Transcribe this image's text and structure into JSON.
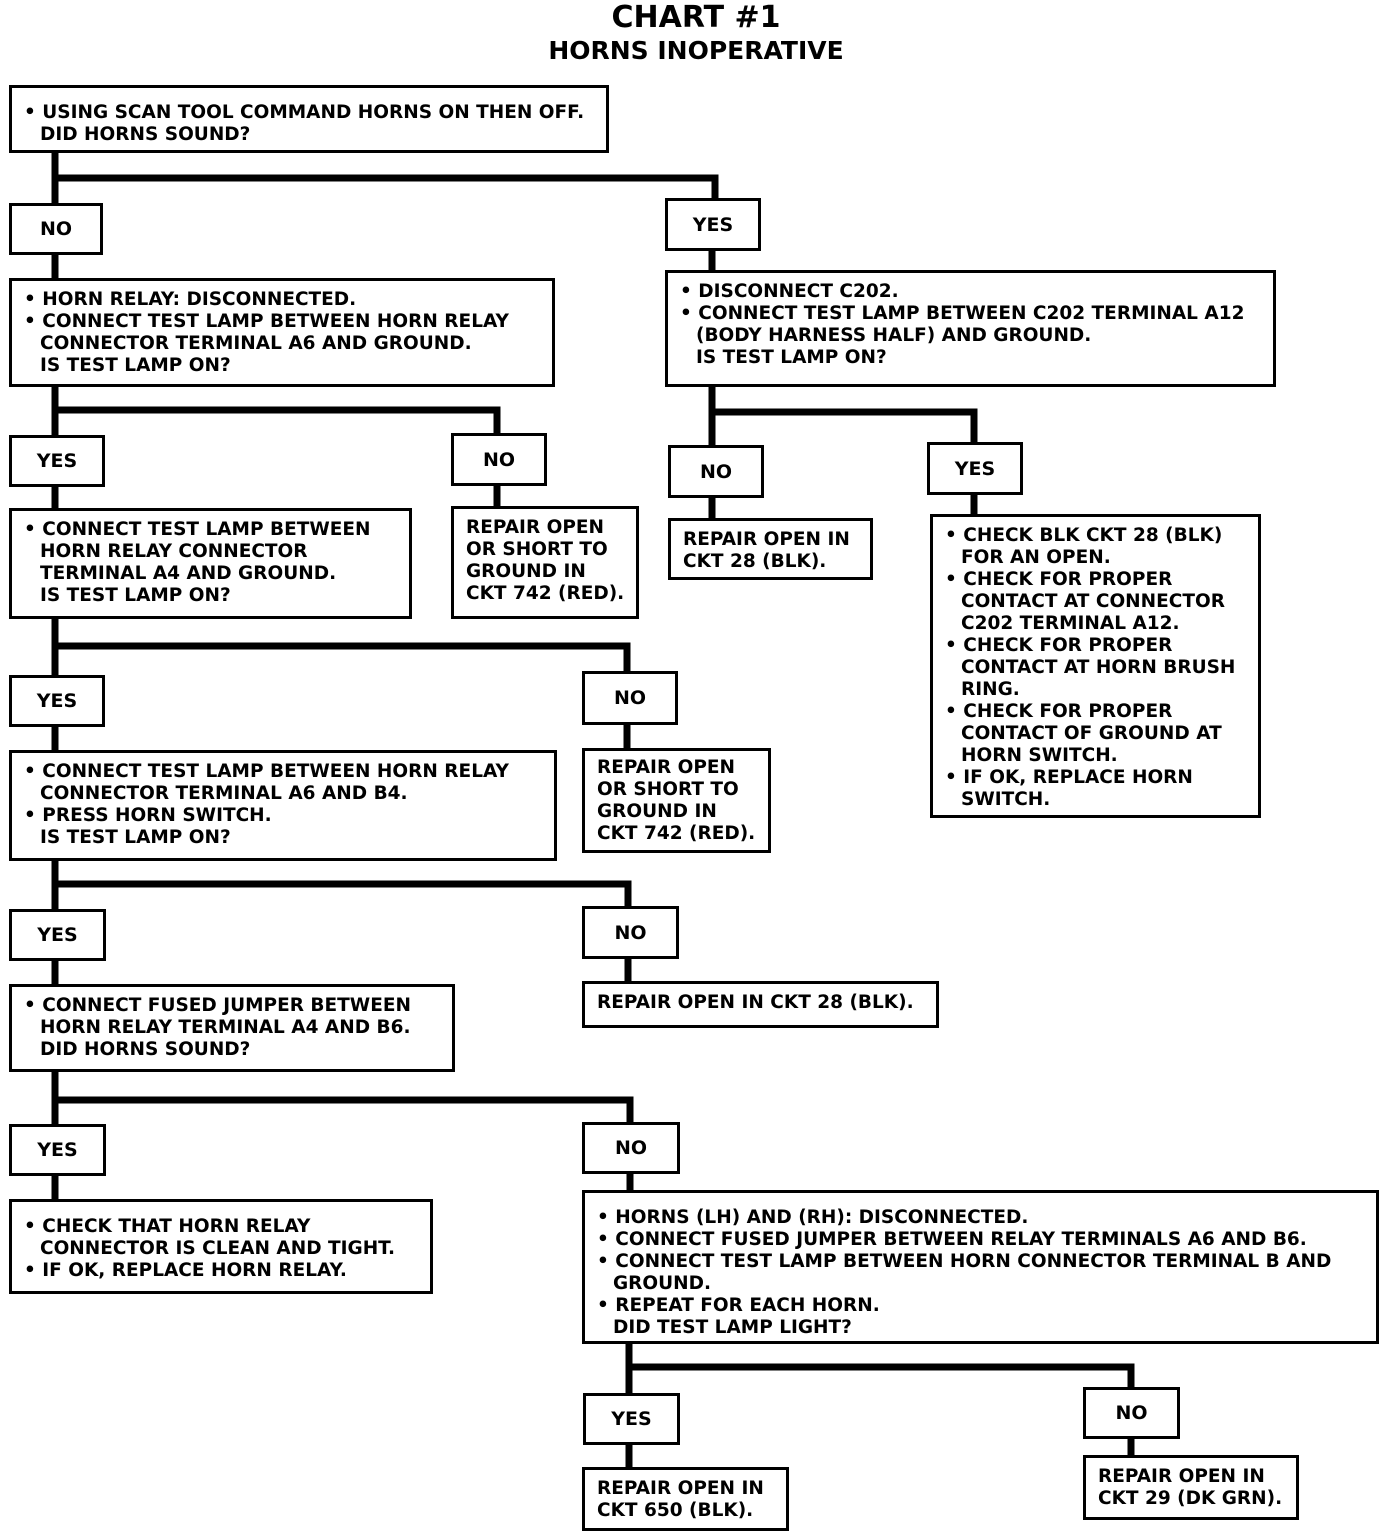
{
  "chart": {
    "title": "CHART #1",
    "subtitle": "HORNS INOPERATIVE"
  },
  "steps": {
    "s1": [
      "• USING SCAN TOOL COMMAND HORNS ON THEN OFF.",
      "DID HORNS SOUND?"
    ],
    "s2": [
      "• HORN RELAY: DISCONNECTED.",
      "• CONNECT TEST LAMP BETWEEN HORN RELAY",
      "CONNECTOR TERMINAL A6 AND GROUND.",
      "IS TEST LAMP ON?"
    ],
    "s3": [
      "• DISCONNECT C202.",
      "• CONNECT TEST LAMP BETWEEN C202 TERMINAL A12",
      "(BODY HARNESS HALF) AND GROUND.",
      "IS TEST LAMP ON?"
    ],
    "s4": [
      "• CONNECT TEST LAMP BETWEEN",
      "HORN RELAY CONNECTOR",
      "TERMINAL A4 AND GROUND.",
      "IS TEST LAMP ON?"
    ],
    "s5": [
      "REPAIR OPEN",
      "OR SHORT TO",
      "GROUND IN",
      "CKT 742 (RED)."
    ],
    "s6": [
      "REPAIR OPEN IN",
      "CKT 28 (BLK)."
    ],
    "s7": [
      "• CHECK BLK CKT 28 (BLK)",
      "FOR AN OPEN.",
      "• CHECK FOR PROPER",
      "CONTACT AT CONNECTOR",
      "C202 TERMINAL A12.",
      "• CHECK FOR PROPER",
      "CONTACT AT HORN BRUSH",
      "RING.",
      "• CHECK FOR PROPER",
      "CONTACT OF GROUND AT",
      "HORN SWITCH.",
      "• IF OK, REPLACE HORN",
      "SWITCH."
    ],
    "s8": [
      "• CONNECT TEST LAMP BETWEEN HORN RELAY",
      "CONNECTOR TERMINAL A6 AND B4.",
      "• PRESS HORN SWITCH.",
      "IS TEST LAMP ON?"
    ],
    "s9": [
      "REPAIR OPEN",
      "OR SHORT TO",
      "GROUND IN",
      "CKT 742 (RED)."
    ],
    "s10": [
      "• CONNECT FUSED JUMPER BETWEEN",
      "HORN RELAY TERMINAL A4 AND B6.",
      "DID HORNS SOUND?"
    ],
    "s11": [
      "REPAIR OPEN IN CKT 28 (BLK)."
    ],
    "s12": [
      "• CHECK THAT HORN RELAY",
      "CONNECTOR IS CLEAN AND TIGHT.",
      "• IF OK, REPLACE HORN RELAY."
    ],
    "s13": [
      "• HORNS (LH) AND (RH): DISCONNECTED.",
      "• CONNECT FUSED JUMPER BETWEEN RELAY TERMINALS A6 AND B6.",
      "• CONNECT TEST LAMP BETWEEN HORN CONNECTOR TERMINAL B AND",
      "GROUND.",
      "• REPEAT FOR EACH HORN.",
      "DID TEST LAMP LIGHT?"
    ],
    "s14": [
      "REPAIR OPEN IN",
      "CKT 650 (BLK)."
    ],
    "s15": [
      "REPAIR OPEN  IN",
      "CKT 29 (DK GRN)."
    ]
  },
  "labels": {
    "yes": "YES",
    "no": "NO"
  }
}
